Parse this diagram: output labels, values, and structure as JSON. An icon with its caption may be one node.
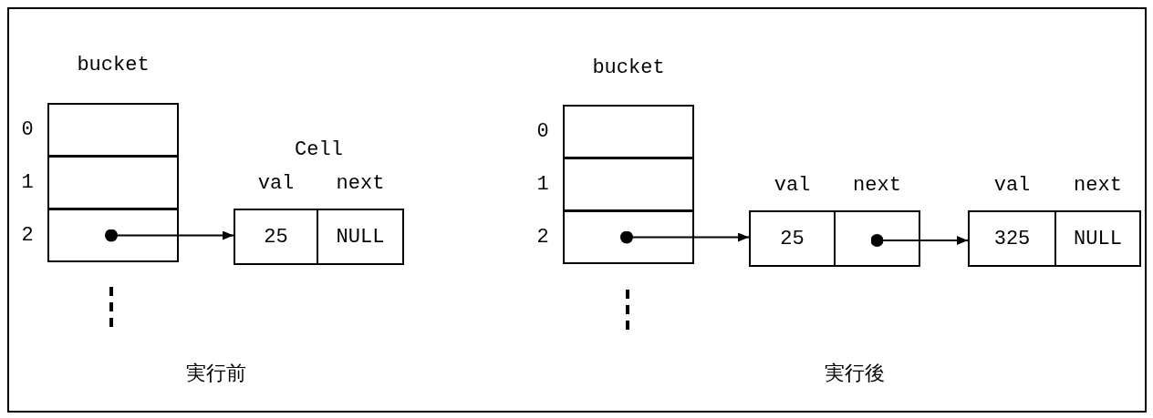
{
  "diagram": {
    "nodes": [
      {
        "text": [
          "bucket"
        ]
      },
      {
        "text": [],
        "shape": "box",
        "in": 0,
        "beside": [
          "0"
        ]
      },
      {
        "text": [],
        "shape": "box",
        "in": 0,
        "beside": [
          "1"
        ]
      },
      {
        "text": [],
        "shape": "box",
        "in": 0,
        "beside": [
          "2"
        ]
      },
      {
        "text": [
          "Cell"
        ]
      },
      {
        "text": [
          "25"
        ],
        "in": 4,
        "beside": [
          "val"
        ]
      },
      {
        "text": [
          "NULL"
        ],
        "in": 4,
        "beside": [
          "next"
        ]
      },
      {
        "text": [
          "bucket"
        ]
      },
      {
        "text": [],
        "shape": "box",
        "in": 7,
        "beside": [
          "0"
        ]
      },
      {
        "text": [],
        "shape": "box",
        "in": 7,
        "beside": [
          "1"
        ]
      },
      {
        "text": [],
        "shape": "box",
        "in": 7,
        "beside": [
          "2"
        ]
      },
      {
        "text": [
          "25"
        ],
        "beside": [
          "val"
        ]
      },
      {
        "text": [],
        "shape": "box",
        "beside": [
          "next"
        ]
      },
      {
        "text": [
          "325"
        ],
        "beside": [
          "val"
        ]
      },
      {
        "text": [
          "NULL"
        ],
        "beside": [
          "next"
        ]
      }
    ],
    "edges": [
      {
        "from": 3,
        "to": 5,
        "arrow": "to"
      },
      {
        "from": 10,
        "to": 11,
        "arrow": "to"
      },
      {
        "from": 12,
        "to": 13,
        "arrow": "to"
      }
    ],
    "labels": [
      "実行前",
      "実行後"
    ]
  }
}
